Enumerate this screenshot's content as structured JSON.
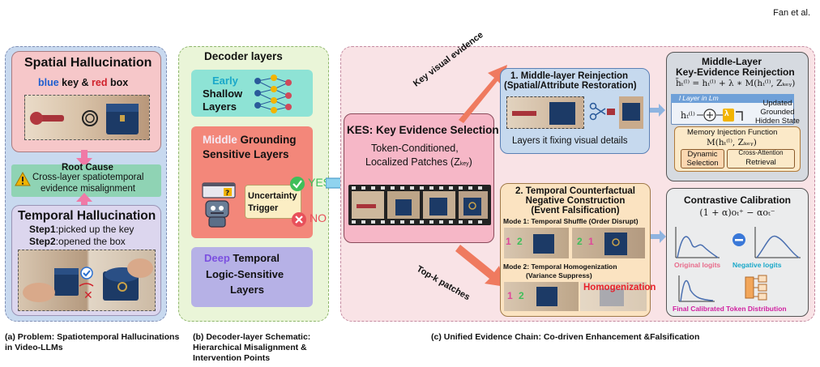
{
  "header": {
    "author": "Fan et al."
  },
  "panel_a": {
    "spatial_title": "Spatial Hallucination",
    "spatial_blue": "blue",
    "spatial_key": " key & ",
    "spatial_red": "red",
    "spatial_box": " box",
    "root_title": "Root Cause",
    "root_line1": "Cross-layer spatiotemporal",
    "root_line2": "evidence misalignment",
    "temporal_title": "Temporal Hallucination",
    "step1_label": "Step1",
    "step1_text": ":picked up the key",
    "step2_label": "Step2",
    "step2_text": ":opened the box",
    "caption1": "(a) Problem: Spatiotemporal Hallucinations",
    "caption2": "in Video-LLMs"
  },
  "panel_b": {
    "title": "Decoder layers",
    "early_1": "Early",
    "early_2": "Shallow",
    "early_3": "Layers",
    "middle_1": "Middle",
    "middle_2": " Grounding",
    "middle_3": "Sensitive Layers",
    "uncertainty_1": "Uncertainty",
    "uncertainty_2": "Trigger",
    "yes": "YES",
    "no": "NO",
    "deep_1": "Deep",
    "deep_2": " Temporal",
    "deep_3": "Logic-Sensitive",
    "deep_4": "Layers",
    "caption1": "(b) Decoder-layer Schematic:",
    "caption2": "Hierarchical Misalignment &",
    "caption3": "Intervention Points"
  },
  "panel_c": {
    "kes_title": "KES: Key Evidence Selection",
    "kes_line1": "Token-Conditioned,",
    "kes_line2": "Localized Patches (Z",
    "kes_sub": "key",
    "kes_line2_end": ")",
    "arrow_top": "Key visual evidence",
    "arrow_bottom": "Top-k patches",
    "reinject_title1": "1. Middle-layer Reinjection",
    "reinject_title2": "(Spatial/Attribute Restoration)",
    "reinject_caption": "Layers it fixing visual details",
    "mlkr_title1": "Middle-Layer",
    "mlkr_title2": "Key-Evidence Reinjection",
    "mlkr_eq": "h̃ₜ⁽ˡ⁾ = hₜ⁽ˡ⁾ + λ ∗ M(hₜ⁽ˡ⁾, Zₖₑᵧ)",
    "layer_label": "l Layer in Lm",
    "h_label": "hₜ⁽ˡ⁾",
    "lambda_sym": "λ",
    "updated1": "Updated",
    "updated2": "Grounded",
    "updated3": "Hidden State",
    "mif_title": "Memory Injection Function",
    "mif_eq": "M(hₜ⁽ˡ⁾, Zₖₑᵧ)",
    "dyn1": "Dynamic",
    "dyn2": "Selection",
    "cross_att": "Cross-Attention",
    "retrieval": "Retrieval",
    "tcnc_title1": "2. Temporal Counterfactual",
    "tcnc_title2": "Negative Construction",
    "tcnc_title3": "(Event Falsification)",
    "mode1": "Mode 1: Temporal Shuffle (Order Disrupt)",
    "mode2_1": "Mode 2: Temporal Homogenization",
    "mode2_2": "(Variance Suppress)",
    "homog": "Homogenization",
    "num1": "1",
    "num2": "2",
    "cc_title": "Contrastive Calibration",
    "cc_eq": "(1 + α)oₜ⁺ − αoₜ⁻",
    "orig_logits": "Original logits",
    "neg_logits": "Negative logits",
    "minus": "−",
    "final_dist": "Final Calibrated Token Distribution",
    "caption": "(c) Unified Evidence Chain: Co-driven Enhancement &Falsification"
  },
  "colors": {
    "blue": "#1f5fd0",
    "red": "#d0202a",
    "cyan": "#19a8c9",
    "purple": "#7b4fe0",
    "pink": "#e0469a",
    "orange": "#e8553a"
  }
}
